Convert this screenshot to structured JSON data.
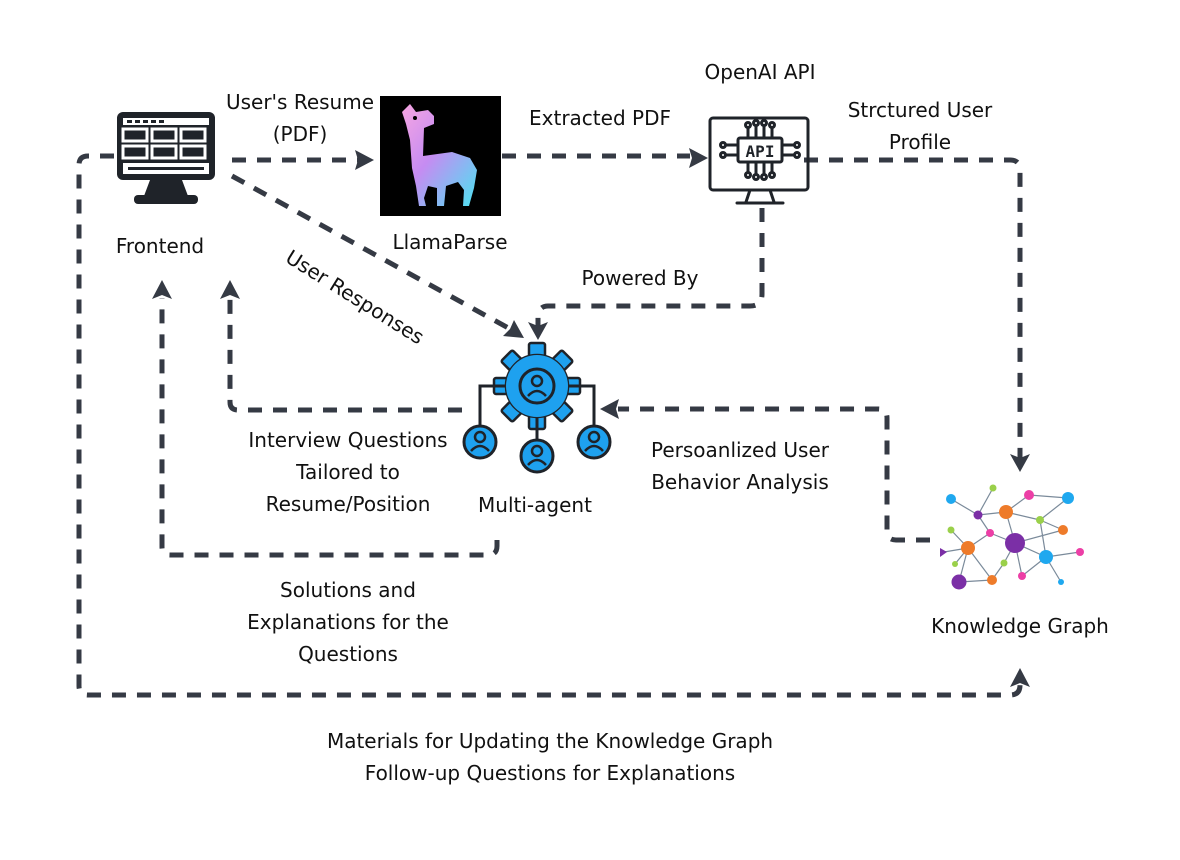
{
  "nodes": {
    "frontend": {
      "label": "Frontend"
    },
    "llamaparse": {
      "label": "LlamaParse"
    },
    "openai": {
      "label": "OpenAI API",
      "screen_text": "API"
    },
    "multi_agent": {
      "label": "Multi-agent"
    },
    "knowledge_graph": {
      "label": "Knowledge Graph"
    }
  },
  "edges": {
    "resume": [
      "User's Resume",
      "(PDF)"
    ],
    "extracted": [
      "Extracted PDF"
    ],
    "structured": [
      "Strctured User",
      "Profile"
    ],
    "powered": [
      "Powered By"
    ],
    "responses": [
      "User Responses"
    ],
    "questions": [
      "Interview Questions",
      "Tailored to",
      "Resume/Position"
    ],
    "behavior": [
      "Persoanlized User",
      "Behavior Analysis"
    ],
    "solutions": [
      "Solutions and",
      "Explanations for the",
      "Questions"
    ],
    "materials": [
      "Materials for Updating the Knowledge Graph",
      "Follow-up Questions for Explanations"
    ]
  },
  "colors": {
    "connector": "#353a44",
    "agent_blue": "#1ea1ef",
    "icon_dark": "#1f2329",
    "graph_purple": "#7b2fa6",
    "graph_orange": "#ee7b2a",
    "graph_pink": "#ec3fa6",
    "graph_blue": "#1fa8ef",
    "graph_green": "#9ad04a"
  }
}
